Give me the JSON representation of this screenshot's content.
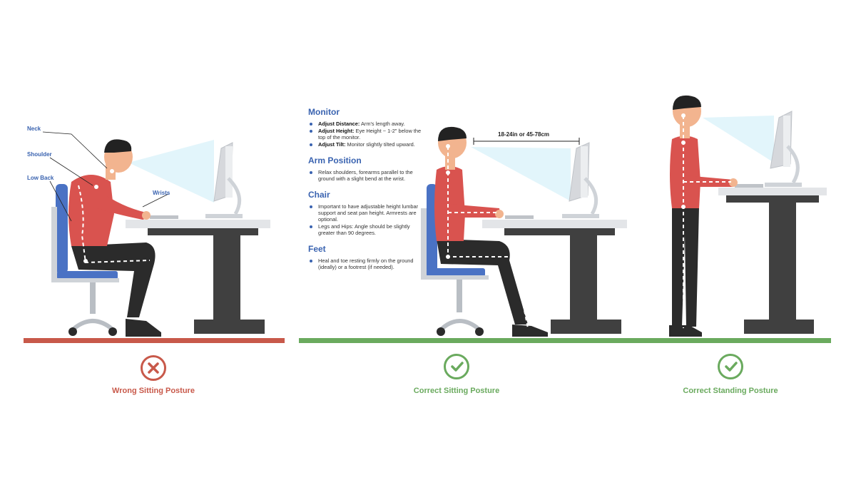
{
  "labels": {
    "neck": "Neck",
    "shoulder": "Shoulder",
    "low_back": "Low Back",
    "wrists": "Wrists"
  },
  "measurement": "18-24in or 45-78cm",
  "tips": {
    "monitor": {
      "title": "Monitor",
      "items": [
        {
          "bold": "Adjust Distance:",
          "text": " Arm's length away."
        },
        {
          "bold": "Adjust Height:",
          "text": " Eye Height ~ 1-2\" below the top of the monitor."
        },
        {
          "bold": "Adjust Tilt:",
          "text": " Monitor slightly tilted upward."
        }
      ]
    },
    "arm": {
      "title": "Arm Position",
      "items": [
        "Relax shoulders, forearms parallel to the ground with a slight bend at the wrist."
      ]
    },
    "chair": {
      "title": "Chair",
      "items": [
        "Important to have adjustable height lumbar support and seat pan height. Armrests are optional.",
        "Legs and Hips: Angle should be slightly greater than 90 degrees."
      ]
    },
    "feet": {
      "title": "Feet",
      "items": [
        "Heal and toe resting firmly on the ground (ideally) or a footrest (if needed)."
      ]
    }
  },
  "captions": {
    "wrong": "Wrong Sitting Posture",
    "correct_sitting": "Correct Sitting Posture",
    "correct_standing": "Correct Standing Posture"
  },
  "colors": {
    "wrong": "#c8594a",
    "correct": "#6aaa5e",
    "accent_blue": "#3a63b0",
    "shirt": "#d9534f",
    "pants": "#2b2b2b",
    "desk": "#404040",
    "chair_seat": "#4a72c4"
  },
  "icons": {
    "wrong": "x-circle-icon",
    "correct": "check-circle-icon"
  }
}
